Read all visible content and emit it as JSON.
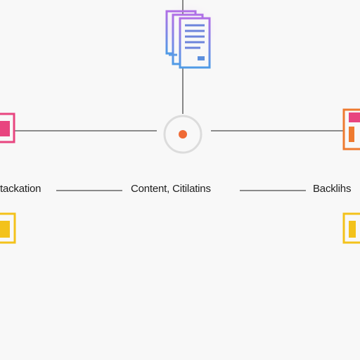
{
  "diagram": {
    "labels": {
      "left": "tackation",
      "center": "Content, Citilatins",
      "right": "Backlihs"
    }
  },
  "colors": {
    "background": "#f8f8f8",
    "connector": "#4a4a4a",
    "center_dot": "#ef6a35",
    "center_ring": "#dcdcdc",
    "pink": "#e8457f",
    "orange": "#ee7a2f",
    "yellow": "#f3c21b",
    "document_purple": "#a670e0",
    "document_blue": "#5c8fdc"
  },
  "icons": {
    "top": "document-stack-icon",
    "left_upper": "pink-square-icon",
    "right_upper": "orange-square-icon",
    "left_lower": "yellow-square-icon",
    "right_lower": "yellow-square-icon",
    "center": "hub-node-icon"
  }
}
